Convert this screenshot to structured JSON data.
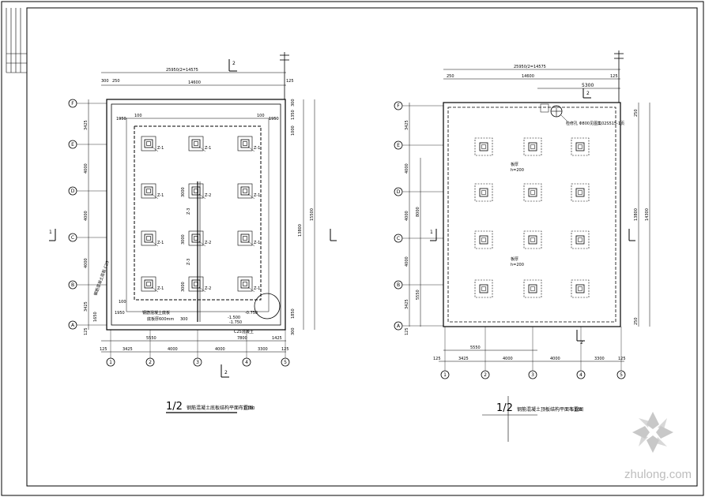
{
  "left_plan": {
    "title": "1/2",
    "title_note": "钢筋混凝土底板结构平面布置图",
    "title_scale": "1:100",
    "top_overall": "25950/2=14575",
    "top_dims": [
      "300",
      "250",
      "14600",
      "125"
    ],
    "right_dims": [
      "300",
      "1350",
      "1000",
      "13800",
      "1850",
      "300"
    ],
    "right_overall": "15500",
    "bottom_dims": [
      "125",
      "3425",
      "4000",
      "4000",
      "3300",
      "125"
    ],
    "bottom_sub": [
      "5550",
      "7800",
      "1425"
    ],
    "left_dims": [
      "125",
      "1650",
      "3425",
      "4000",
      "4000",
      "4000",
      "3425"
    ],
    "inner_dims": [
      "1950",
      "100",
      "100",
      "1950",
      "100",
      "1950",
      "300"
    ],
    "column_label": "Z-1",
    "col2_label": "Z-2",
    "col3_label": "Z-3",
    "tag_rows": [
      "3000",
      "3000",
      "3000"
    ],
    "notes": [
      "钢筋混凝土底板",
      "-1.750",
      "底板厚600mm",
      "-1.500",
      "-0.750",
      "C25混凝土"
    ],
    "left_note": "钢筋混凝土底板 C25"
  },
  "right_plan": {
    "title": "1/2",
    "title_note": "钢筋混凝土顶板结构平面布置图",
    "title_scale": "1:100",
    "top_overall": "25950/2=14575",
    "top_dims": [
      "250",
      "14600",
      "125"
    ],
    "sub_dim": "5300",
    "right_dims": [
      "250",
      "13800",
      "250"
    ],
    "right_overall": "14300",
    "bottom_sub": "5550",
    "bottom_dims": [
      "125",
      "3425",
      "4000",
      "4000",
      "3300",
      "125"
    ],
    "left_dims": [
      "125",
      "3425",
      "4000",
      "4000",
      "3425"
    ],
    "left_inner": [
      "5550",
      "8000"
    ],
    "hole_note": "检修孔 Φ800见图集02S515-1页",
    "labels": [
      "板厚",
      "h=200",
      "板厚",
      "h=200"
    ]
  },
  "axes": {
    "rows": [
      "F",
      "E",
      "D",
      "C",
      "B",
      "A"
    ],
    "cols": [
      "1",
      "2",
      "3",
      "4",
      "5"
    ]
  },
  "section": {
    "mark_1": "1",
    "mark_2": "2"
  },
  "watermark": {
    "site": "zhulong.com"
  }
}
